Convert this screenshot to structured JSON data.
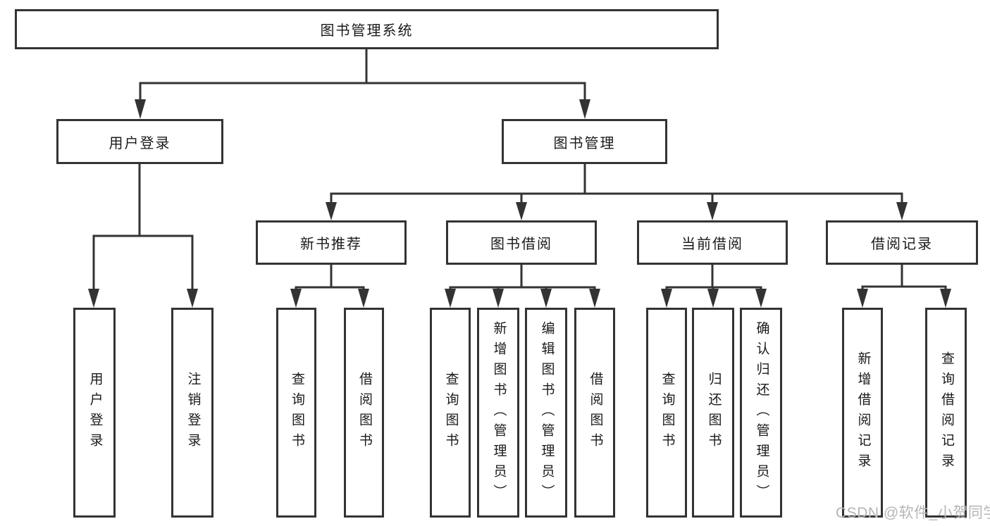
{
  "diagram": {
    "root": {
      "label": "图书管理系统"
    },
    "level2": [
      {
        "label": "用户登录"
      },
      {
        "label": "图书管理"
      }
    ],
    "level3": [
      {
        "label": "新书推荐"
      },
      {
        "label": "图书借阅"
      },
      {
        "label": "当前借阅"
      },
      {
        "label": "借阅记录"
      }
    ],
    "leaves": {
      "login": [
        "用户登录",
        "注销登录"
      ],
      "newbook": [
        "查询图书",
        "借阅图书"
      ],
      "borrow": [
        "查询图书",
        "新增图书（管理员）",
        "编辑图书（管理员）",
        "借阅图书"
      ],
      "current": [
        "查询图书",
        "归还图书",
        "确认归还（管理员）"
      ],
      "records": [
        "新增借阅记录",
        "查询借阅记录"
      ]
    }
  },
  "watermark": {
    "text": "CSDN @软件_小贺同学"
  },
  "colors": {
    "line": "#333333",
    "text": "#1a1a1a",
    "watermark": "#b5b5b5",
    "background": "#ffffff"
  }
}
